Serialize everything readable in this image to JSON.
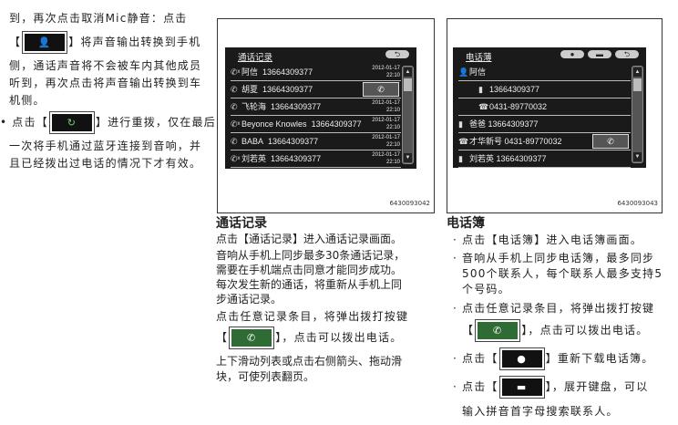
{
  "left_column": {
    "lines": [
      "到，再次点击取消Mic静音：点击",
      "】将声音输出转换到手机",
      "侧，通话声音将不会被车内其他成员",
      "听到，再次点击将声音输出转换到车",
      "机侧。",
      "进行重拨，仅在最后",
      "一次将手机通过蓝牙连接到音响，并",
      "且已经拨出过电话的情况下才有效。"
    ],
    "bullet_prefix": "• 点击【",
    "bracket_open": "【",
    "bracket_close": "】",
    "icon_mic": "👤",
    "icon_redial": "↻"
  },
  "call_log_screen": {
    "title": "通话记录",
    "back_icon": "⮌",
    "rows": [
      {
        "name": "阿信",
        "number": "13664309377",
        "date": "2012-01-17",
        "time": "22:10",
        "type": "missed"
      },
      {
        "name": "胡夏",
        "number": "13664309377",
        "date": "",
        "time": "",
        "type": "outgoing"
      },
      {
        "name": "飞轮海",
        "number": "13664309377",
        "date": "2012-01-17",
        "time": "22:10",
        "type": "outgoing"
      },
      {
        "name": "Beyonce Knowles",
        "number": "13664309377",
        "date": "2012-01-17",
        "time": "22:10",
        "type": "missed"
      },
      {
        "name": "BABA",
        "number": "13664309377",
        "date": "2012-01-17",
        "time": "22:10",
        "type": "outgoing"
      },
      {
        "name": "刘若英",
        "number": "13664309377",
        "date": "2012-01-17",
        "time": "22:10",
        "type": "missed"
      }
    ],
    "call_icon": "✆",
    "figure_id": "6430093042"
  },
  "phonebook_screen": {
    "title": "电话薄",
    "rows": [
      {
        "icon": "👤",
        "text": "阿信"
      },
      {
        "icon": "▮",
        "text": "13664309377"
      },
      {
        "icon": "☎",
        "text": "0431-89770032"
      },
      {
        "icon": "▮",
        "text": "爸爸   13664309377"
      },
      {
        "icon": "☎",
        "text": "才华新号  0431-89770032"
      },
      {
        "icon": "▮",
        "text": "刘若英  13664309377"
      }
    ],
    "figure_id": "6430093043"
  },
  "call_log_section": {
    "title": "通话记录",
    "lines": [
      "点击【通话记录】进入通话记录画面。",
      "音响从手机上同步最多30条通话记录，",
      "需要在手机端点击同意才能同步成功。",
      "每次发生新的通话，将重新从手机上同",
      "步通话记录。",
      "点击任意记录条目，将弹出拨打按键",
      "】，点击可以拨出电话。",
      "上下滑动列表或点击右侧箭头、拖动滑",
      "块，可使列表翻页。"
    ]
  },
  "phonebook_section": {
    "title": "电话簿",
    "lines": [
      "点击【电话簿】进入电话簿画面。",
      "音响从手机上同步电话簿，最多同步",
      "500个联系人，每个联系人最多支持5",
      "个号码。",
      "点击任意记录条目，将弹出拨打按键",
      "】，点击可以拨出电话。",
      "】重新下载电话簿。",
      "】，展开键盘，可以",
      "输入拼音首字母搜索联系人。"
    ],
    "bullet": "·",
    "click_prefix": "点击【"
  }
}
